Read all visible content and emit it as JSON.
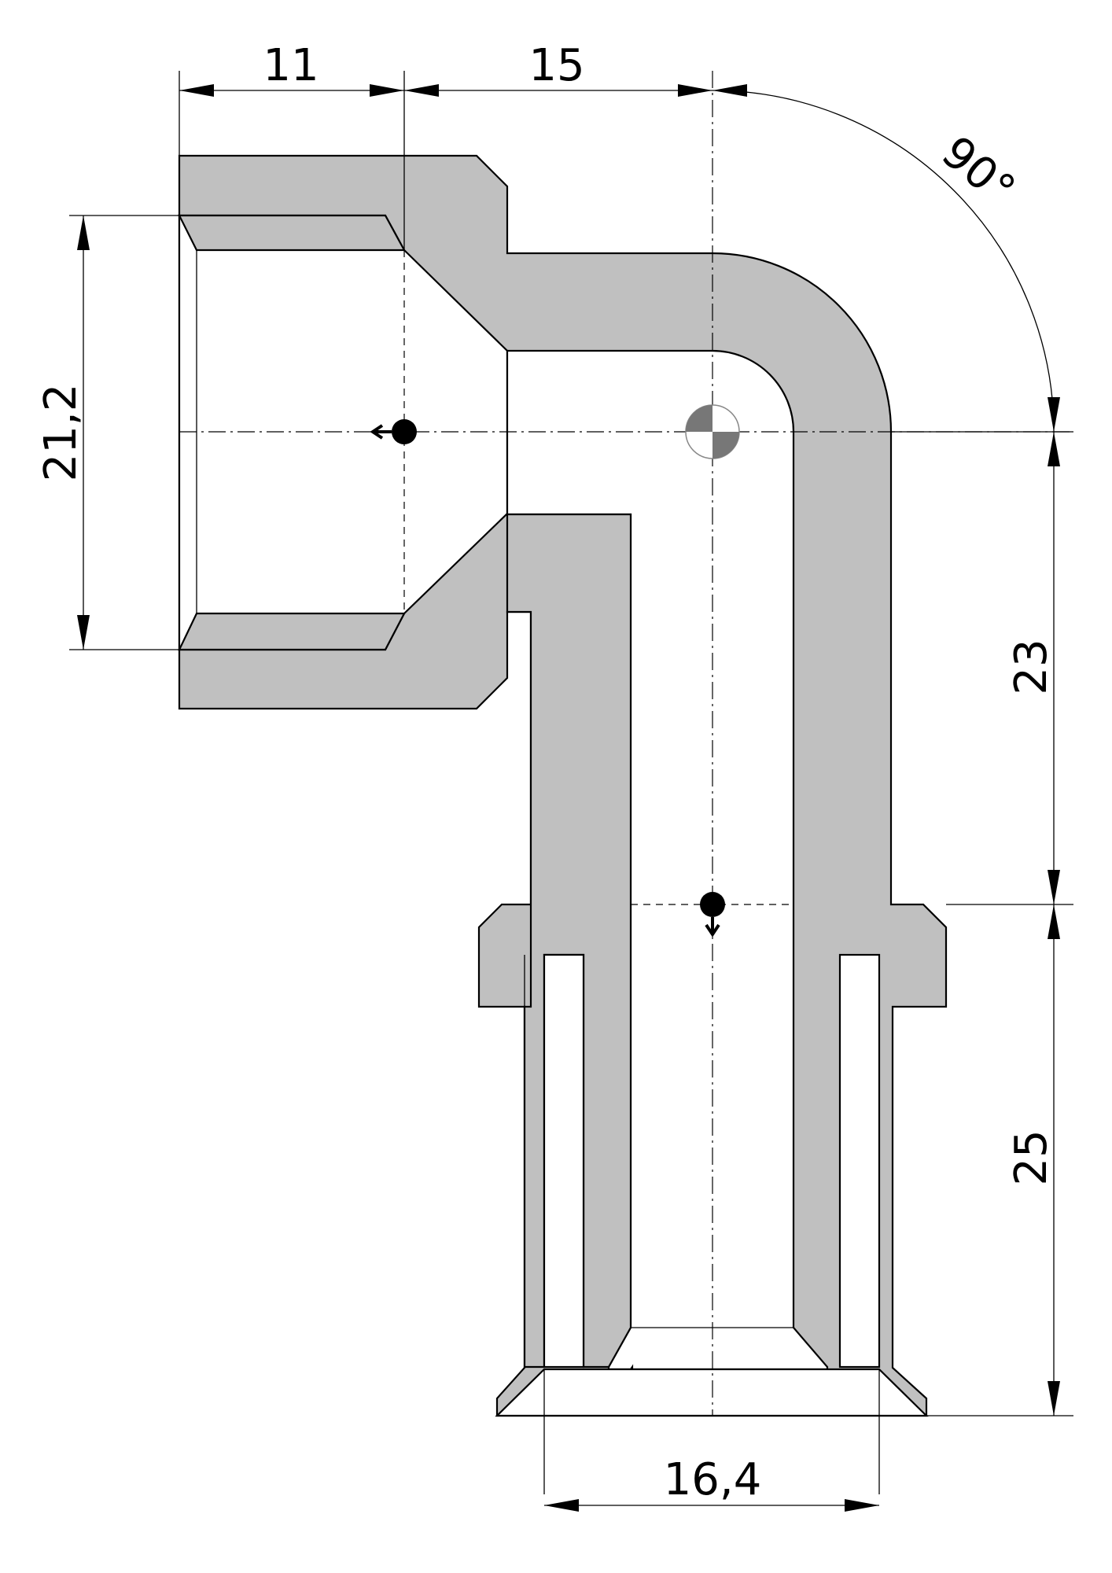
{
  "drawing": {
    "dimensions": {
      "top_left_length": "11",
      "top_right_length": "15",
      "angle": "90°",
      "left_height": "21,2",
      "right_upper_height": "23",
      "right_lower_height": "25",
      "bottom_width": "16,4"
    },
    "colors": {
      "part_fill": "#c0c0c0",
      "outline": "#000000",
      "background": "#ffffff"
    }
  }
}
